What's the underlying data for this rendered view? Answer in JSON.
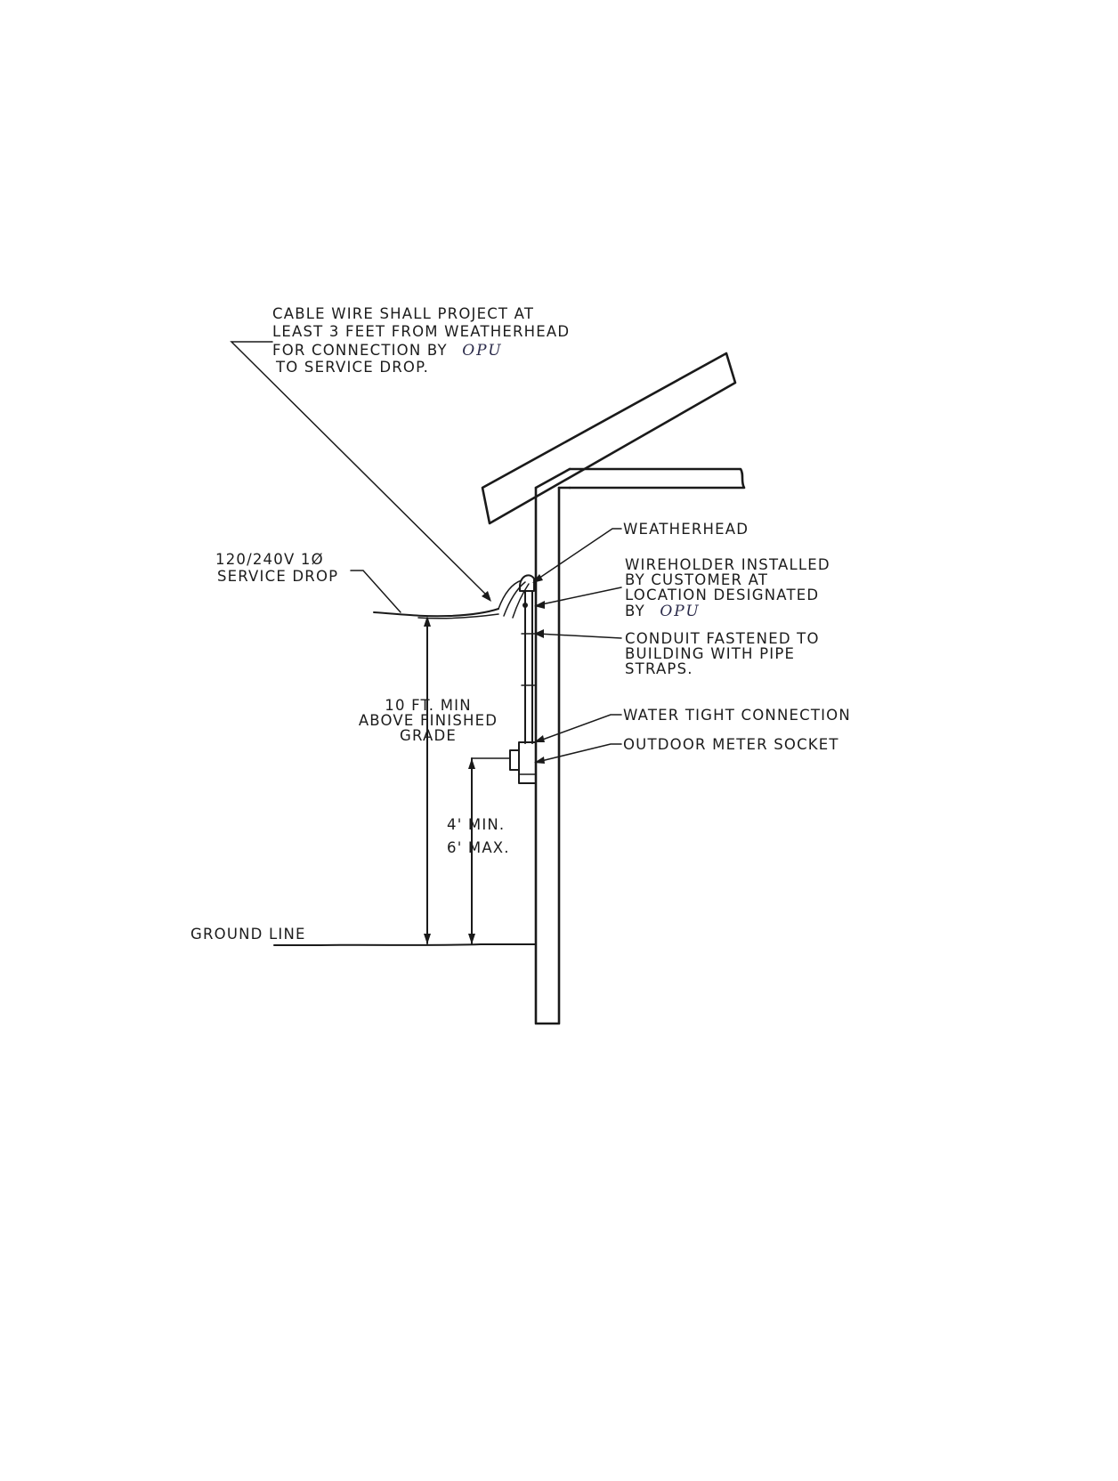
{
  "labels": {
    "cable_note": {
      "line1": "CABLE WIRE SHALL PROJECT AT",
      "line2": "LEAST 3 FEET FROM WEATHERHEAD",
      "line3_prefix": "FOR CONNECTION BY",
      "line3_hand": "OPU",
      "line4": "TO SERVICE DROP."
    },
    "service_drop": {
      "line1": "120/240V 1Ø",
      "line2": "SERVICE DROP"
    },
    "clearance": {
      "line1": "10 FT. MIN",
      "line2": "ABOVE FINISHED",
      "line3": "GRADE"
    },
    "meter_height": {
      "line1": "4' MIN.",
      "line2": "6' MAX."
    },
    "ground_line": "GROUND LINE",
    "weatherhead": "WEATHERHEAD",
    "wireholder": {
      "line1": "WIREHOLDER INSTALLED",
      "line2": "BY CUSTOMER AT",
      "line3": "LOCATION DESIGNATED",
      "line4_prefix": "BY",
      "line4_hand": "OPU"
    },
    "conduit": {
      "line1": "CONDUIT FASTENED TO",
      "line2": "BUILDING WITH PIPE",
      "line3": "STRAPS."
    },
    "water_tight": "WATER TIGHT CONNECTION",
    "meter_socket": "OUTDOOR METER SOCKET"
  }
}
